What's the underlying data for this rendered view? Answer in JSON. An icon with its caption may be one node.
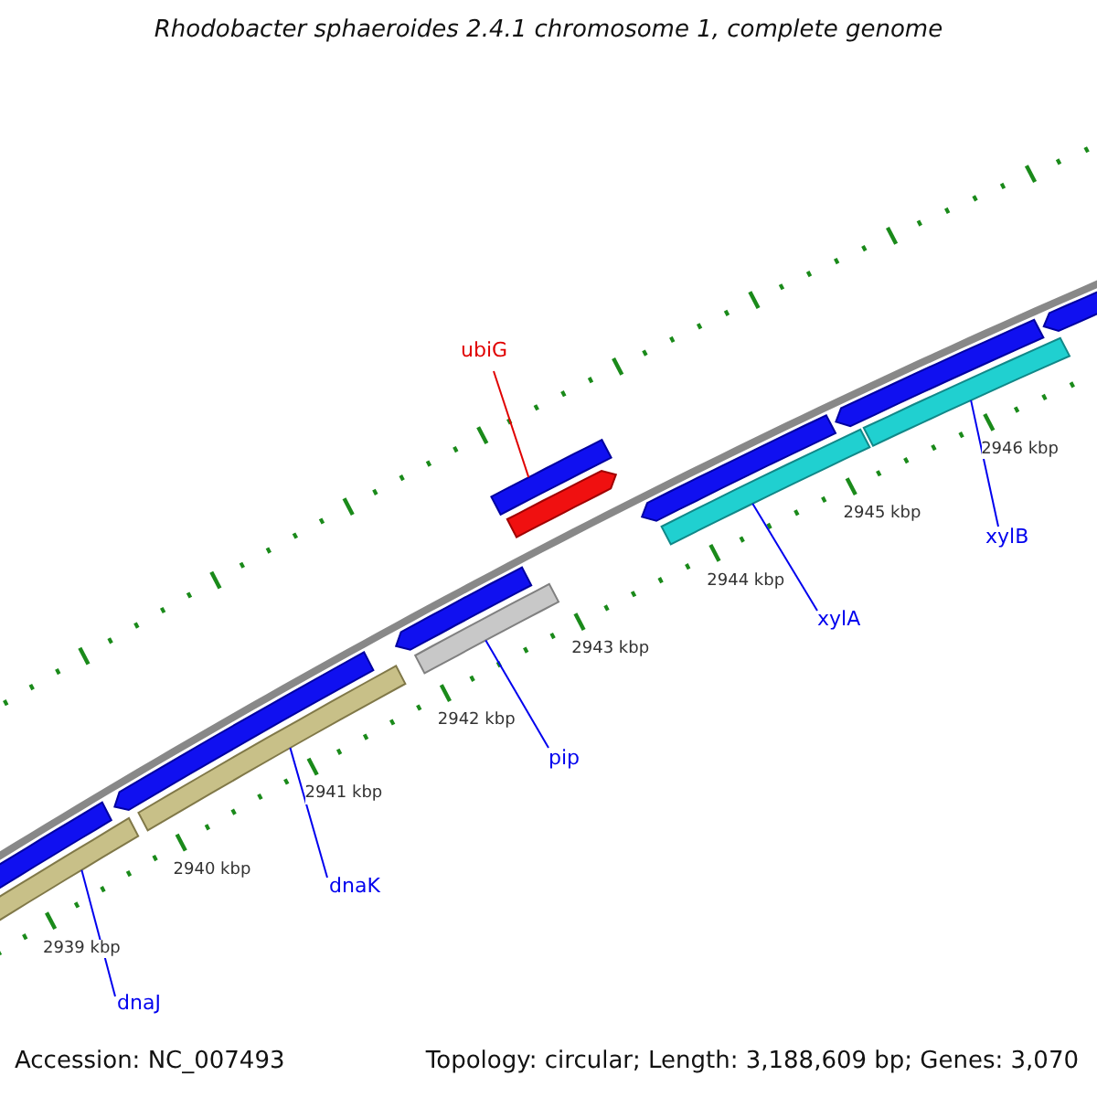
{
  "diagram": {
    "title": "Rhodobacter sphaeroides 2.4.1 chromosome 1, complete genome",
    "nodes": [
      {
        "text": [
          "ubiG"
        ]
      },
      {
        "text": [],
        "shape": "bar"
      },
      {
        "text": [
          "xylB"
        ]
      },
      {
        "text": [],
        "shape": "bar"
      },
      {
        "text": [
          "xylA"
        ]
      },
      {
        "text": [],
        "shape": "bar"
      },
      {
        "text": [
          "pip"
        ]
      },
      {
        "text": [],
        "shape": "bar"
      },
      {
        "text": [
          "dnaK"
        ]
      },
      {
        "text": [],
        "shape": "bar"
      },
      {
        "text": [
          "dnaJ"
        ]
      },
      {
        "text": [],
        "shape": "bar"
      }
    ],
    "edges": [
      {
        "from": 0,
        "to": 1,
        "arrow": "none",
        "color": "#e00000"
      },
      {
        "from": 2,
        "to": 3,
        "arrow": "none"
      },
      {
        "from": 4,
        "to": 5,
        "arrow": "none"
      },
      {
        "from": 6,
        "to": 7,
        "arrow": "none"
      },
      {
        "from": 8,
        "to": 9,
        "arrow": "none"
      },
      {
        "from": 10,
        "to": 11,
        "arrow": "none"
      }
    ],
    "labels": [
      "2939 kbp",
      "2940 kbp",
      "2941 kbp",
      "2942 kbp",
      "2943 kbp",
      "2944 kbp",
      "2945 kbp",
      "2946 kbp",
      "Accession: NC_007493",
      "Topology: circular; Length: 3,188,609 bp; Genes: 3,070"
    ]
  }
}
